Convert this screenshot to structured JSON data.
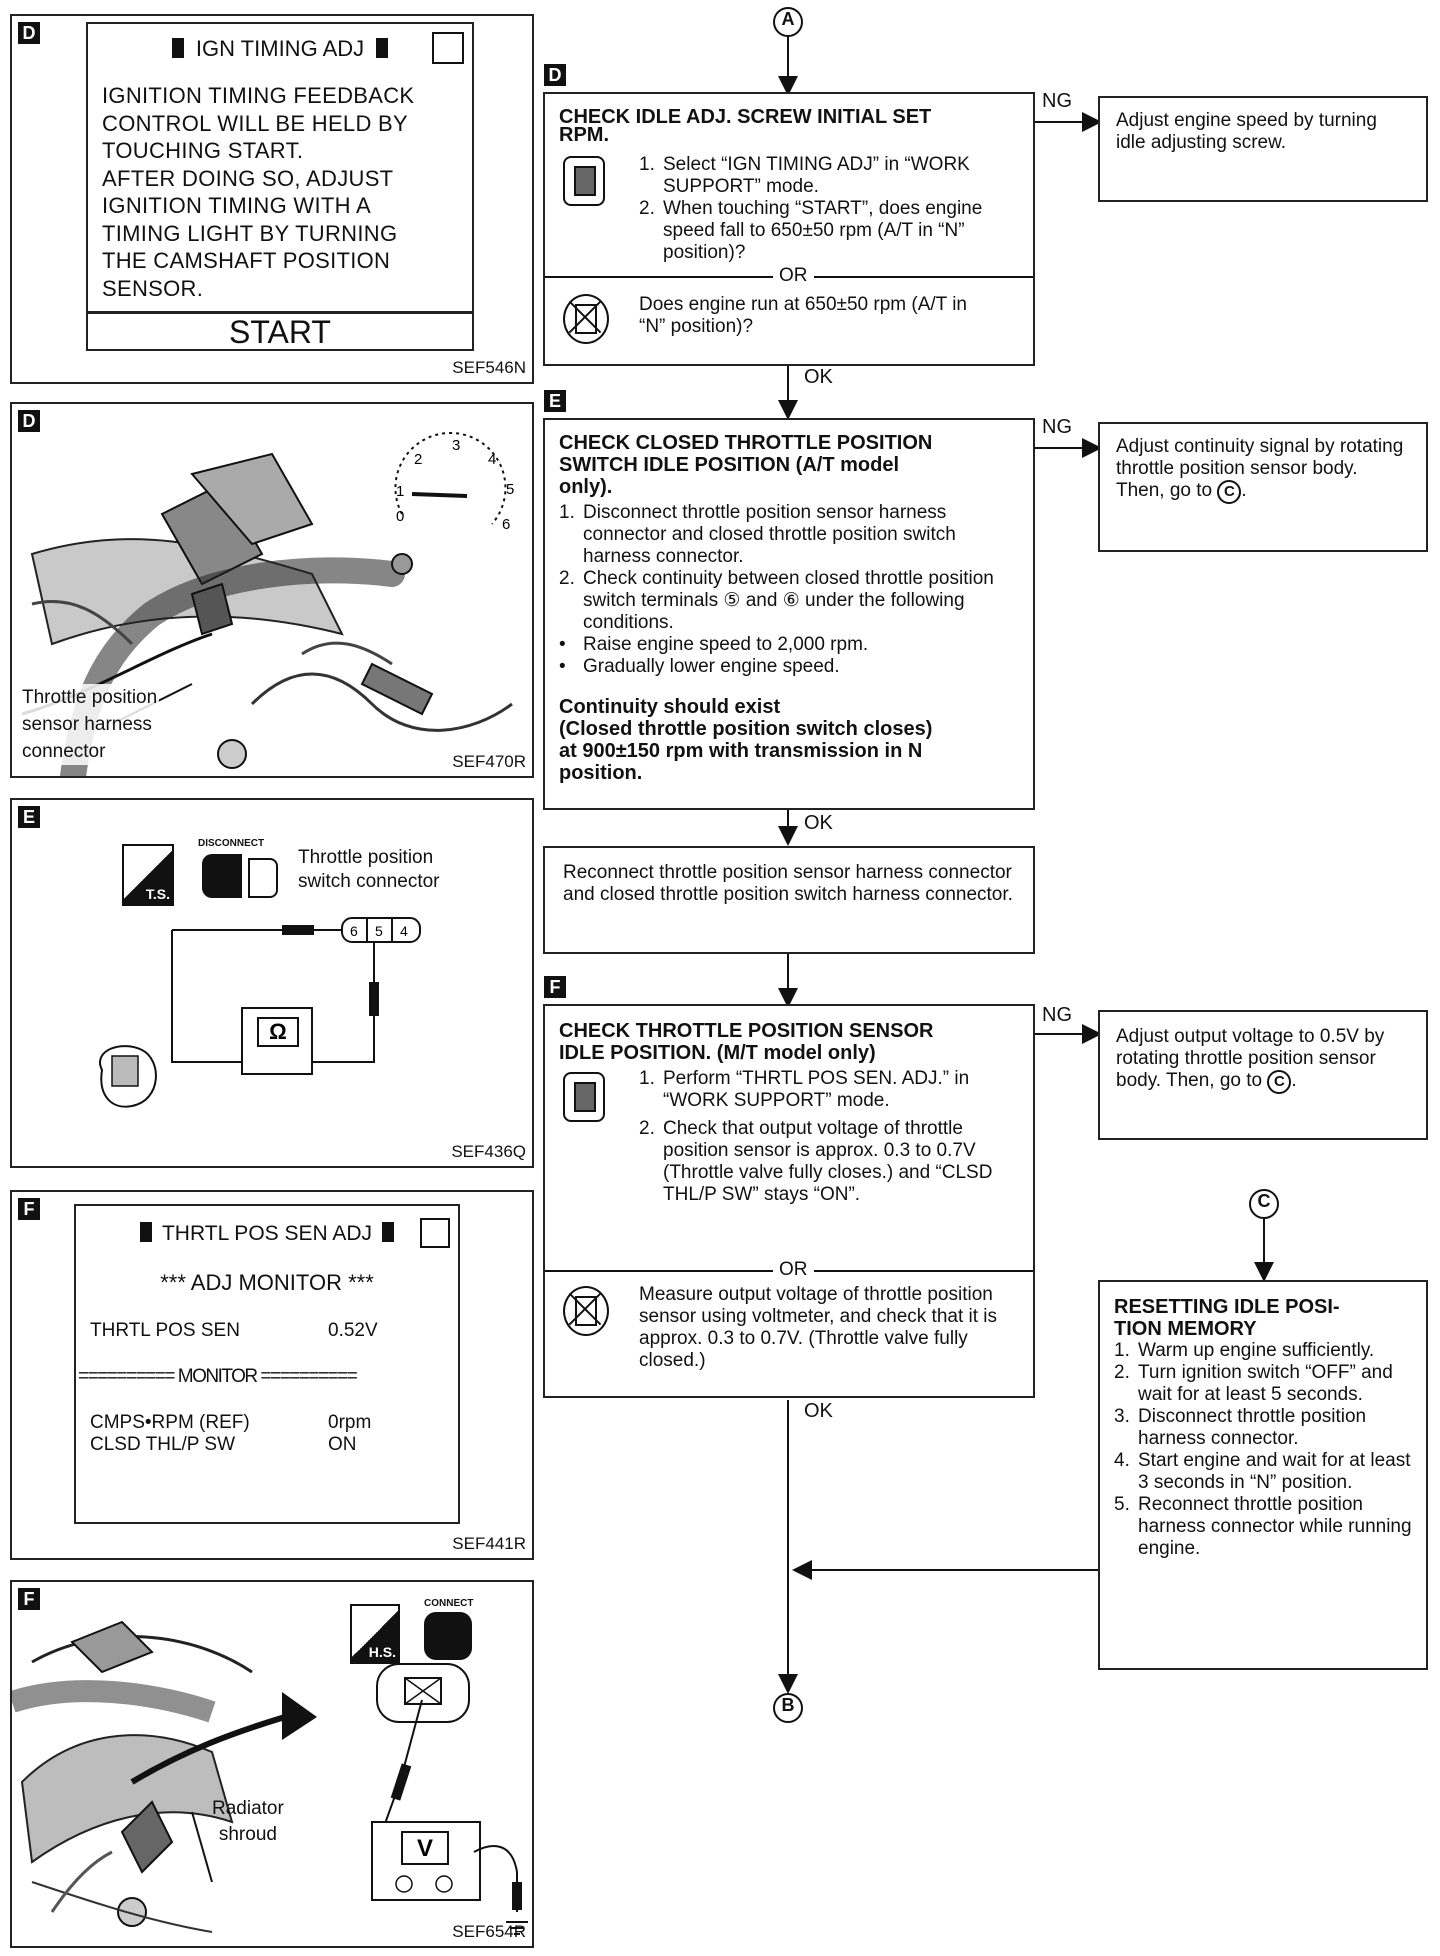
{
  "left_panels": {
    "p1": {
      "tag": "D",
      "screen_title": "IGN TIMING ADJ",
      "lines": [
        "IGNITION TIMING FEEDBACK",
        "CONTROL WILL BE HELD BY",
        "TOUCHING START.",
        "AFTER DOING SO, ADJUST",
        "IGNITION TIMING WITH A",
        "TIMING LIGHT BY TURNING",
        "THE CAMSHAFT POSITION",
        "SENSOR."
      ],
      "start_button": "START",
      "code": "SEF546N"
    },
    "p2": {
      "tag": "D",
      "label": [
        "Throttle position",
        "sensor harness",
        "connector"
      ],
      "gauge_numbers": [
        "0",
        "1",
        "2",
        "3",
        "4",
        "5",
        "6"
      ],
      "code": "SEF470R"
    },
    "p3": {
      "tag": "E",
      "disconnect": "DISCONNECT",
      "ts": "T.S.",
      "label": [
        "Throttle position",
        "switch connector"
      ],
      "pins": [
        "6",
        "5",
        "4"
      ],
      "meter": "Ω",
      "code": "SEF436Q"
    },
    "p4": {
      "tag": "F",
      "screen_title": "THRTL POS SEN ADJ",
      "monitor_header": "*** ADJ MONITOR ***",
      "sen_label": "THRTL POS SEN",
      "sen_value": "0.52V",
      "monitor_line": "========== MONITOR ==========",
      "rows": [
        {
          "label": "CMPS•RPM (REF)",
          "value": "0rpm"
        },
        {
          "label": "CLSD THL/P SW",
          "value": "ON"
        }
      ],
      "code": "SEF441R"
    },
    "p5": {
      "tag": "F",
      "connect": "CONNECT",
      "hs": "H.S.",
      "label": [
        "Radiator",
        "shroud"
      ],
      "meter": "V",
      "code": "SEF654R"
    }
  },
  "flow": {
    "connector_a": "A",
    "connector_b": "B",
    "connector_c": "C",
    "ng": "NG",
    "ok": "OK",
    "or": "OR",
    "step_d": {
      "tag": "D",
      "title": [
        "CHECK IDLE ADJ. SCREW INITIAL SET",
        "RPM."
      ],
      "steps": [
        {
          "n": "1.",
          "text": "Select “IGN TIMING ADJ” in “WORK SUPPORT” mode."
        },
        {
          "n": "2.",
          "text": "When touching “START”, does engine speed fall to 650±50 rpm (A/T in “N” position)?"
        }
      ],
      "alt": "Does engine run at 650±50 rpm (A/T in “N” position)?",
      "ng_result": "Adjust engine speed by turning idle adjusting screw."
    },
    "step_e": {
      "tag": "E",
      "title": [
        "CHECK CLOSED THROTTLE POSITION",
        "SWITCH IDLE POSITION (A/T model",
        "only)."
      ],
      "steps": [
        {
          "n": "1.",
          "text": "Disconnect throttle position sensor harness connector and closed throttle position switch harness connector."
        },
        {
          "n": "2.",
          "text": "Check continuity between closed throttle position switch terminals ⑤ and ⑥ under the following conditions."
        },
        {
          "n": "•",
          "text": "Raise engine speed to 2,000 rpm."
        },
        {
          "n": "•",
          "text": "Gradually lower engine speed."
        }
      ],
      "result": [
        "Continuity should exist",
        "(Closed throttle position switch closes)",
        "at 900±150 rpm with transmission in N",
        "position."
      ],
      "ng_result_pre": "Adjust continuity signal by rotating throttle position sensor body. Then, go to",
      "ng_result_post": "."
    },
    "reconnect": "Reconnect throttle position sensor harness connector and closed throttle position switch harness connector.",
    "step_f": {
      "tag": "F",
      "title": [
        "CHECK THROTTLE POSITION SENSOR",
        "IDLE POSITION. (M/T model only)"
      ],
      "steps": [
        {
          "n": "1.",
          "text": "Perform “THRTL POS SEN. ADJ.” in “WORK SUPPORT” mode."
        },
        {
          "n": "2.",
          "text": "Check that output voltage of throttle position sensor is approx. 0.3 to 0.7V (Throttle valve fully closes.) and “CLSD THL/P SW” stays “ON”."
        }
      ],
      "alt": "Measure output voltage of throttle position sensor using voltmeter, and check that it is approx. 0.3 to 0.7V. (Throttle valve fully closed.)",
      "ng_result_pre": "Adjust output voltage to 0.5V by rotating throttle position sensor body. Then, go to",
      "ng_result_post": "."
    },
    "resetting": {
      "title": [
        "RESETTING IDLE POSI-",
        "TION MEMORY"
      ],
      "steps": [
        {
          "n": "1.",
          "text": "Warm up engine sufficiently."
        },
        {
          "n": "2.",
          "text": "Turn ignition switch “OFF” and wait for at least 5 seconds."
        },
        {
          "n": "3.",
          "text": "Disconnect throttle position harness connector."
        },
        {
          "n": "4.",
          "text": "Start engine and wait for at least 3 seconds in “N” position."
        },
        {
          "n": "5.",
          "text": "Reconnect throttle position harness connector while running engine."
        }
      ]
    }
  }
}
